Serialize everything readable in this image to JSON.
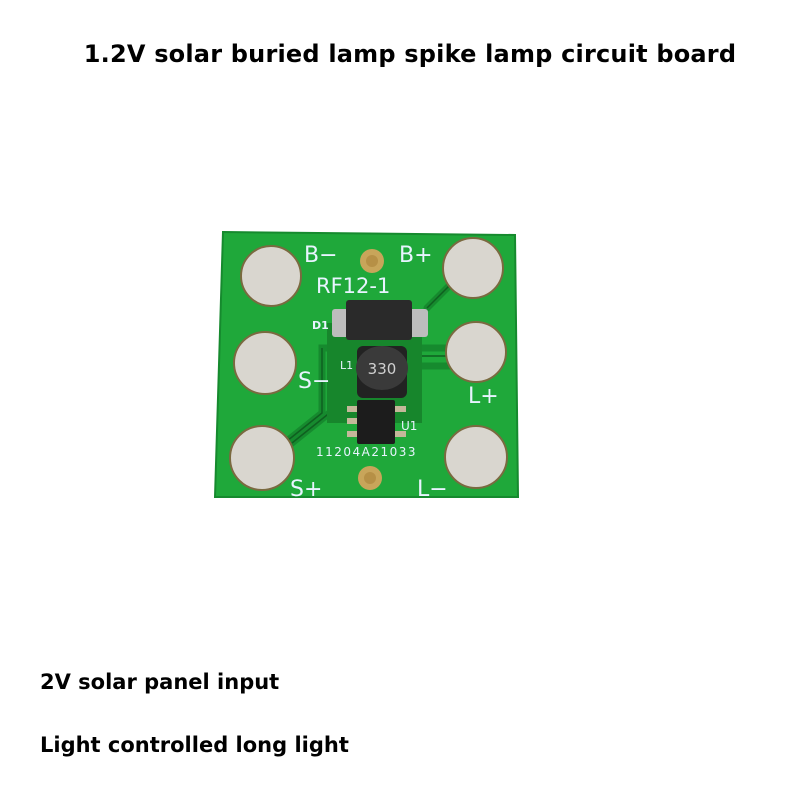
{
  "title": "1.2V solar buried lamp spike lamp circuit board",
  "board": {
    "model": "RF12-1",
    "serial": "11204A21033",
    "inductor_marking": "330",
    "component_labels": {
      "diode": "D1",
      "inductor": "L1",
      "ic": "U1"
    },
    "pad_labels": {
      "b_minus": "B−",
      "b_plus": "B+",
      "s_minus": "S−",
      "l_plus": "L+",
      "s_plus": "S+",
      "l_minus": "L−"
    },
    "colors": {
      "pcb": "#1fa83a",
      "pcb_dark": "#17862c",
      "pad": "#d9d6cf",
      "silkscreen": "#e8f4ff",
      "component": "#2a2a2a"
    }
  },
  "features": [
    "2V solar panel input",
    "Light controlled long light"
  ]
}
